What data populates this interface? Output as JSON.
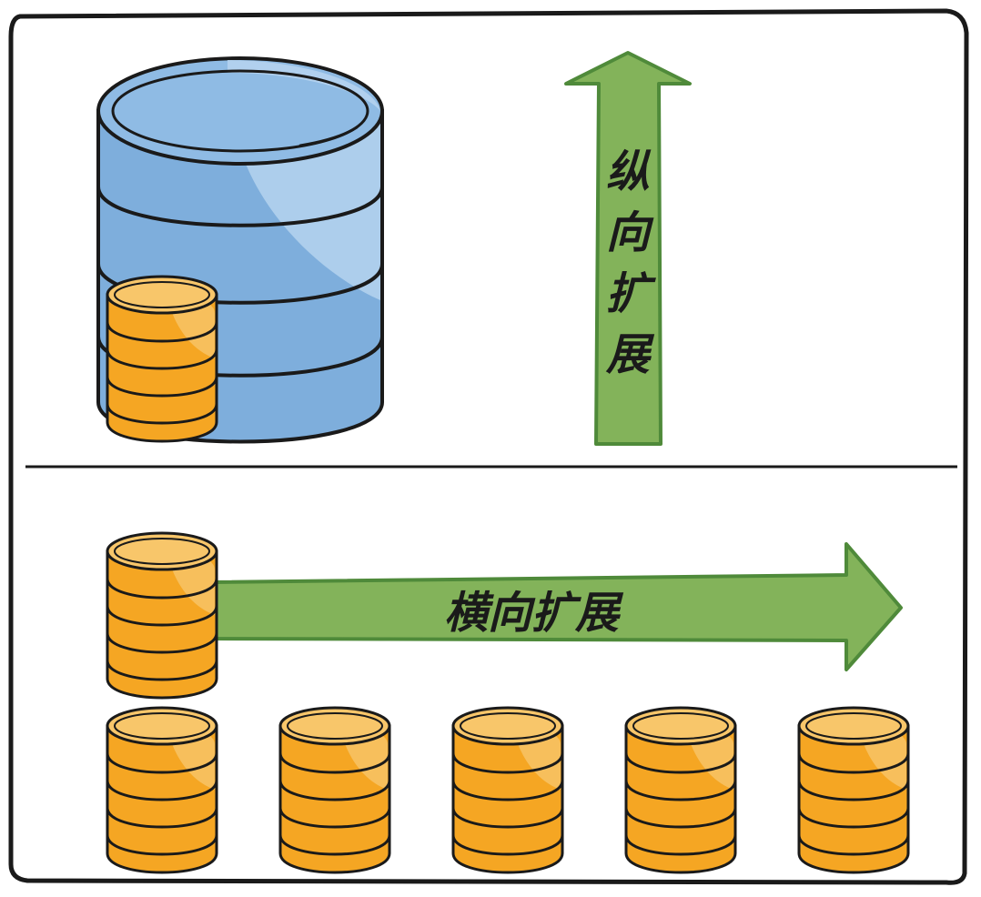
{
  "colors": {
    "outline": "#1a1a1a",
    "background": "#ffffff",
    "big_db_fill": "#7eaedc",
    "big_db_highlight": "#b5d3ee",
    "big_db_top": "#8fbbe4",
    "coin_fill": "#f5a623",
    "coin_highlight": "#f8c66a",
    "arrow_fill": "#83b35a",
    "arrow_stroke": "#4f8a3a"
  },
  "vertical_section": {
    "database_icon": "large-database-cylinder-icon",
    "small_stack_icon": "coin-stack-icon",
    "arrow": {
      "direction": "up",
      "label": "纵向扩展",
      "label_chars": [
        "纵",
        "向",
        "扩",
        "展"
      ]
    }
  },
  "horizontal_section": {
    "source_stack_icon": "coin-stack-icon",
    "arrow": {
      "direction": "right",
      "label": "横向扩展"
    },
    "node_count": 5,
    "node_icon": "coin-stack-icon"
  }
}
